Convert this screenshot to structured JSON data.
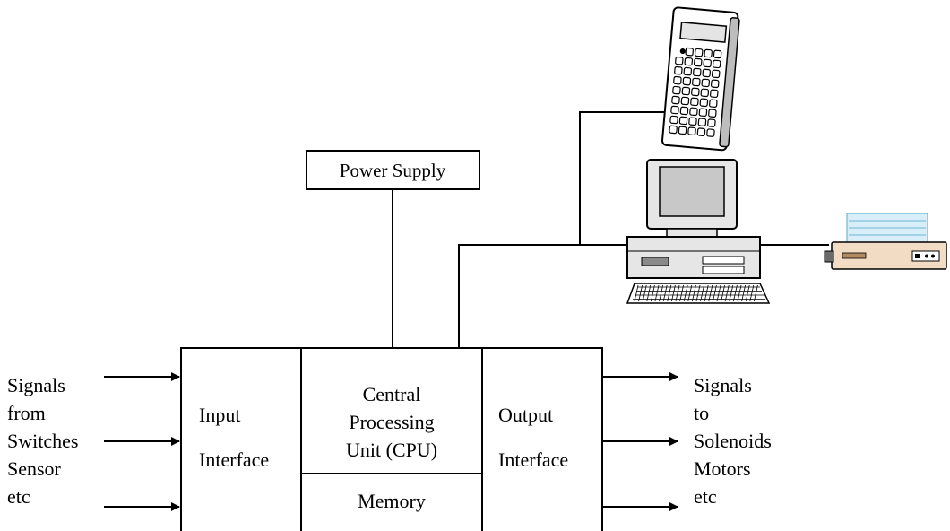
{
  "power_supply": {
    "label": "Power Supply"
  },
  "input_signals": {
    "lines": [
      "Signals",
      "from",
      "Switches",
      "Sensor",
      "etc"
    ]
  },
  "input_interface": {
    "lines": [
      "Input",
      "Interface"
    ]
  },
  "cpu": {
    "lines": [
      "Central",
      "Processing",
      "Unit (CPU)"
    ]
  },
  "memory": {
    "label": "Memory"
  },
  "output_interface": {
    "lines": [
      "Output",
      "Interface"
    ]
  },
  "output_signals": {
    "lines": [
      "Signals",
      "to",
      "Solenoids",
      "Motors",
      "etc"
    ]
  },
  "icons": {
    "programmer": "handheld-programmer-icon",
    "computer": "desktop-computer-icon",
    "printer": "printer-icon"
  },
  "colors": {
    "line": "#000000",
    "screen": "#c8c8c8",
    "computer_body": "#e6e6e6",
    "printer_body": "#f2dcc4",
    "printer_paper": "#d8eef8"
  }
}
